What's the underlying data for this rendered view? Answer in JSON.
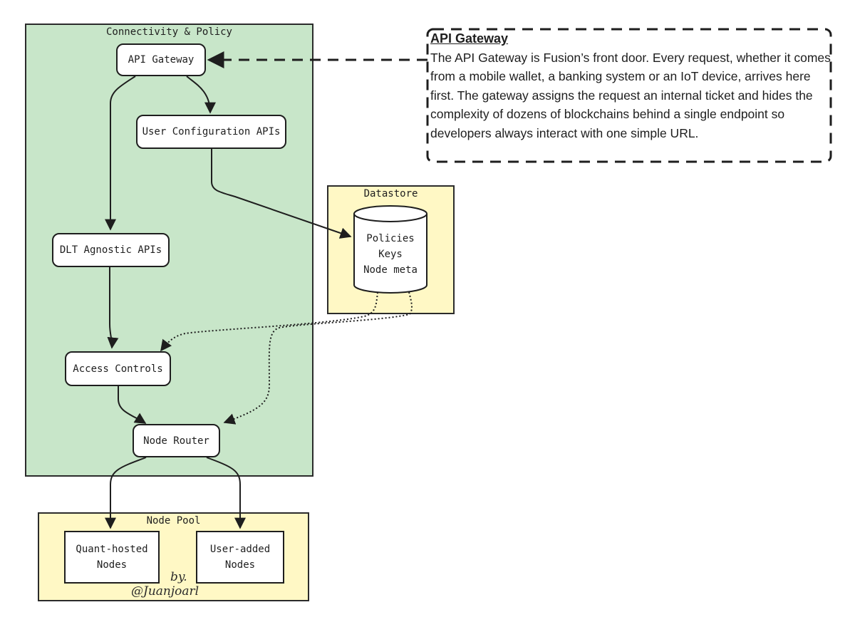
{
  "groups": {
    "connectivity": "Connectivity & Policy",
    "datastore": "Datastore",
    "node_pool": "Node Pool"
  },
  "nodes": {
    "api_gateway": "API Gateway",
    "user_config": "User Configuration APIs",
    "dlt_agnostic": "DLT Agnostic APIs",
    "access_controls": "Access Controls",
    "node_router": "Node Router",
    "quant_hosted": [
      "Quant-hosted",
      "Nodes"
    ],
    "user_added": [
      "User-added",
      "Nodes"
    ]
  },
  "database": {
    "lines": [
      "Policies",
      "Keys",
      "Node meta"
    ]
  },
  "callout": {
    "title": "API Gateway",
    "body": "The API Gateway is Fusion’s front door. Every request, whether it comes from a mobile wallet, a banking system or an IoT device, arrives here first. The gateway assigns the request an internal ticket and hides the complexity of dozens of blockchains behind a single endpoint so developers always interact with one simple URL."
  },
  "credit": {
    "line1": "by.",
    "line2": "@Juanjoarl"
  },
  "colors": {
    "green_fill": "#c8e6c9",
    "yellow_fill": "#fff8c5",
    "stroke": "#1e1e1e"
  }
}
